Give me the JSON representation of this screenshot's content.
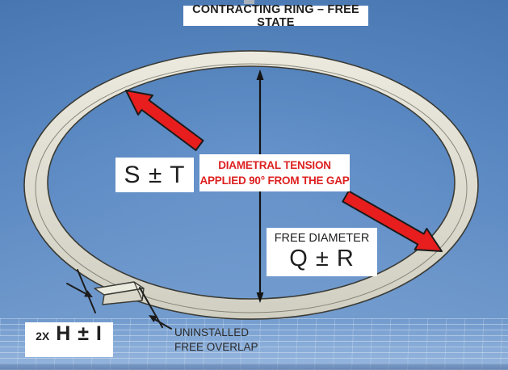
{
  "title": "CONTRACTING RING – FREE STATE",
  "callouts": {
    "s_t": {
      "value": "S ± T"
    },
    "tension": {
      "line1": "DIAMETRAL TENSION",
      "line2": "APPLIED 90° FROM THE GAP"
    },
    "free_diameter": {
      "caption": "FREE DIAMETER",
      "value": "Q ± R"
    },
    "overlap": {
      "qty": "2X",
      "value": "H ± I"
    },
    "uninstalled": {
      "line1": "UNINSTALLED",
      "line2": "FREE OVERLAP"
    }
  },
  "colors": {
    "arrow_red": "#e81d1d",
    "annotation_red": "#dd2020",
    "ring_fill": "#e1e0d4",
    "ring_outline": "#3b3b35",
    "dimension_black": "#1c1c1c",
    "background_top": "#4678b6",
    "background_bottom": "#7ba4d8",
    "label_background": "#ffffff",
    "text_dark": "#1f1f1f"
  }
}
